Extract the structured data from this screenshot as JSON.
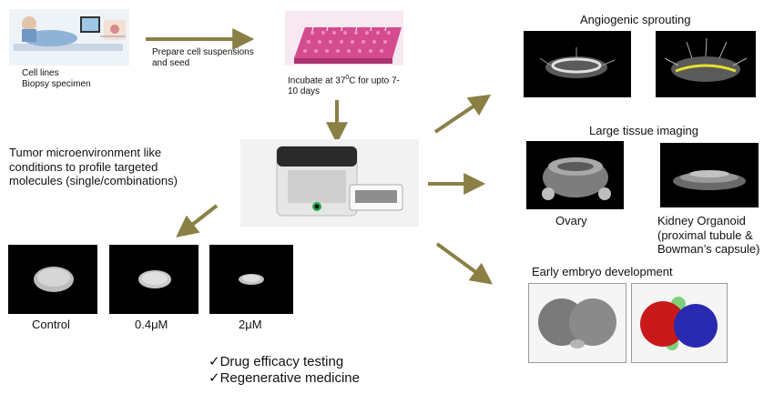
{
  "left_top": {
    "source_line1": "Cell lines",
    "source_line2": "Biopsy specimen",
    "prepare_line1": "Prepare cell suspensions",
    "prepare_line2": "and seed"
  },
  "incubate": {
    "pre": "Incubate at 37",
    "sup": "0",
    "post": "C for upto 7-",
    "line2": "10 days"
  },
  "tumor": {
    "line1": "Tumor microenvironment like",
    "line2": "conditions to profile targeted",
    "line3": "molecules (single/combinations)"
  },
  "dose": {
    "labels": [
      "Control",
      "0.4μM",
      "2μM"
    ]
  },
  "applications": {
    "item1": "✓Drug efficacy testing",
    "item2": "✓Regenerative medicine"
  },
  "right": {
    "angiogenic_title": "Angiogenic sprouting",
    "large_tissue_title": "Large tissue imaging",
    "ovary_label": "Ovary",
    "kidney_line1": "Kidney Organoid",
    "kidney_line2": "(proximal tubule &",
    "kidney_line3": "Bowman’s capsule)",
    "embryo_title": "Early embryo development"
  },
  "colors": {
    "arrow": "#8a7f45",
    "panel_bg": "#000000",
    "sprout_highlight": "#e8e030",
    "embryo_red": "#c81a1a",
    "embryo_blue": "#2a2ab0",
    "embryo_green": "#7fd07a"
  }
}
